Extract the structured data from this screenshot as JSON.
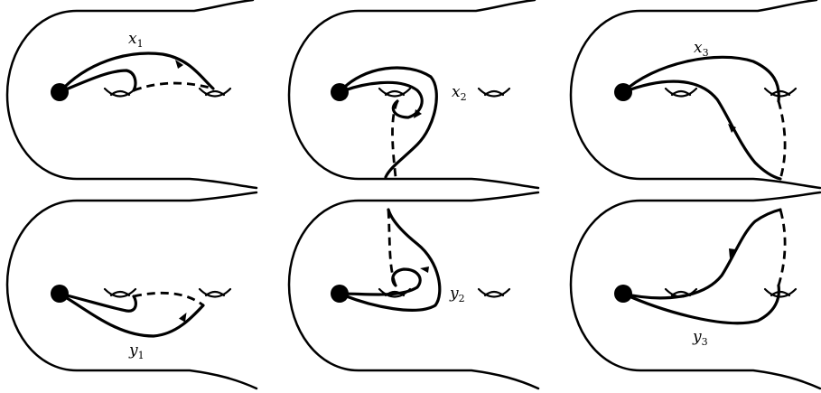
{
  "panels": [
    {
      "id": "x1",
      "label": "x",
      "subscript": "1"
    },
    {
      "id": "x2",
      "label": "x",
      "subscript": "2"
    },
    {
      "id": "x3",
      "label": "x",
      "subscript": "3"
    },
    {
      "id": "y1",
      "label": "y",
      "subscript": "1"
    },
    {
      "id": "y2",
      "label": "y",
      "subscript": "2"
    },
    {
      "id": "y3",
      "label": "y",
      "subscript": "3"
    }
  ],
  "colors": {
    "stroke": "#000000",
    "background": "#ffffff"
  }
}
